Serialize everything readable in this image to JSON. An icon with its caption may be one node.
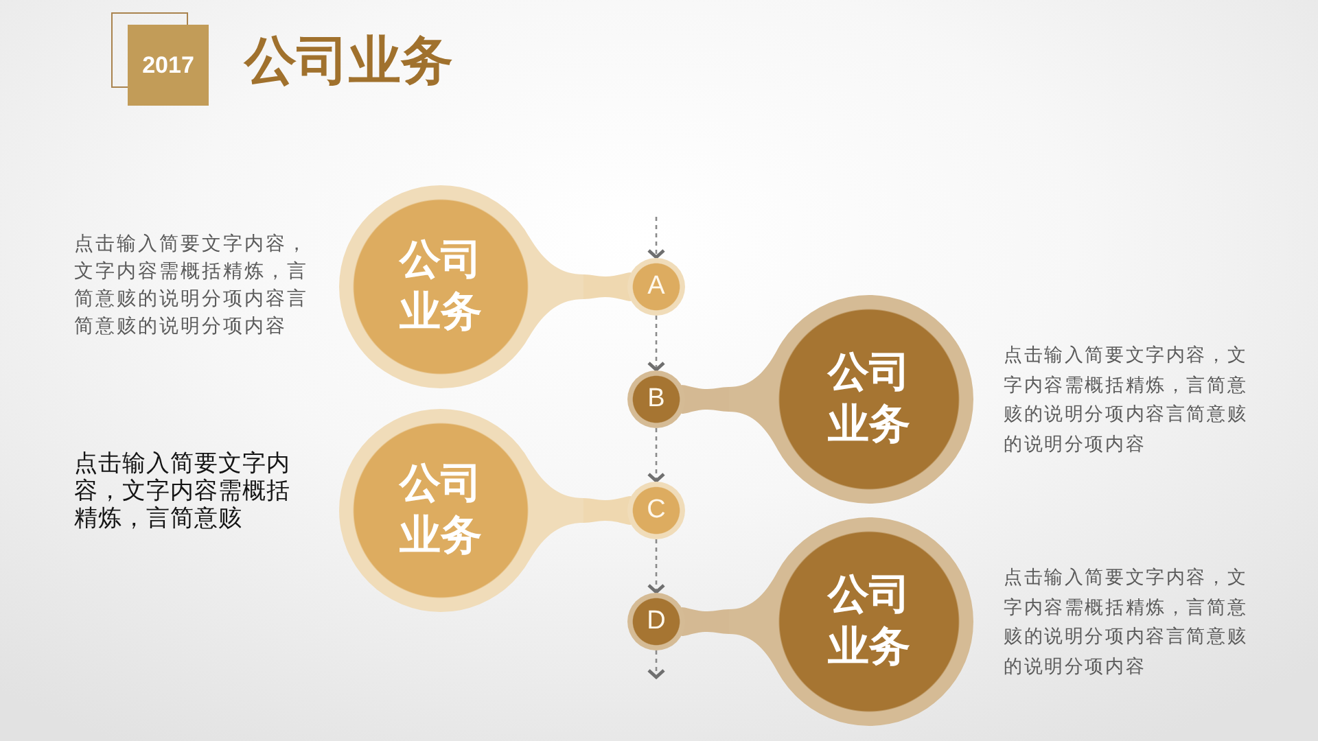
{
  "diagram": {
    "title": "公司业务",
    "nodes": [
      {
        "text": [
          "2017"
        ]
      },
      {
        "text": [
          "公司业务"
        ],
        "beside": [
          "点击输入简要文字内容，文字内容需概括精炼，言简意赅的说明分项内容言简意赅的说明分项内容"
        ]
      },
      {
        "text": [
          "A"
        ]
      },
      {
        "text": [
          "B"
        ]
      },
      {
        "text": [
          "公司业务"
        ],
        "beside": [
          "点击输入简要文字内容，文字内容需概括精炼，言简意赅的说明分项内容言简意赅的说明分项内容"
        ]
      },
      {
        "text": [
          "公司业务"
        ],
        "beside": [
          "点击输入简要文字内容，文字内容需概括精炼，言简意赅"
        ]
      },
      {
        "text": [
          "C"
        ]
      },
      {
        "text": [
          "D"
        ]
      },
      {
        "text": [
          "公司业务"
        ],
        "beside": [
          "点击输入简要文字内容，文字内容需概括精炼，言简意赅的说明分项内容言简意赅的说明分项内容"
        ]
      }
    ],
    "edges": [
      {
        "from": null,
        "to": 2,
        "arrow": "to",
        "style": "dashed"
      },
      {
        "from": 2,
        "to": 3,
        "arrow": "to",
        "style": "dashed"
      },
      {
        "from": 3,
        "to": 6,
        "arrow": "to",
        "style": "dashed"
      },
      {
        "from": 6,
        "to": 7,
        "arrow": "to",
        "style": "dashed"
      },
      {
        "from": 7,
        "to": null,
        "arrow": "to",
        "style": "dashed"
      },
      {
        "from": 1,
        "to": 2,
        "arrow": "none",
        "style": "thick",
        "color": "#efd8b0"
      },
      {
        "from": 4,
        "to": 3,
        "arrow": "none",
        "style": "thick",
        "color": "#d4b993"
      },
      {
        "from": 5,
        "to": 6,
        "arrow": "none",
        "style": "thick",
        "color": "#efd8b0"
      },
      {
        "from": 8,
        "to": 7,
        "arrow": "none",
        "style": "thick",
        "color": "#d4b993"
      }
    ]
  }
}
